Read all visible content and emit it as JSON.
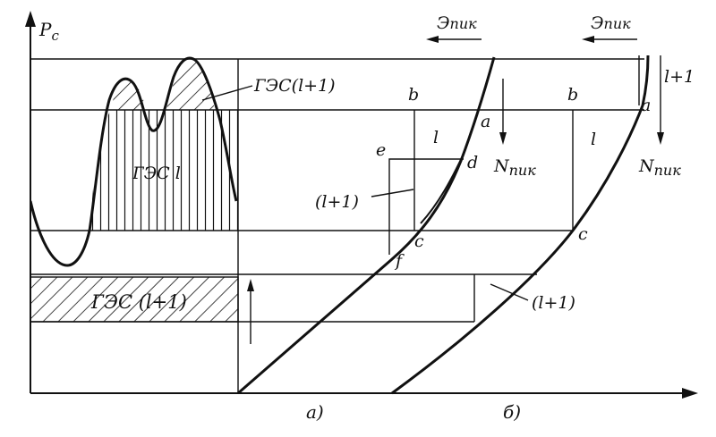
{
  "axis": {
    "y_label": "P",
    "y_label_sub": "c"
  },
  "labels": {
    "ges_l1_top": "ГЭС(l+1)",
    "ges_l_middle": "ГЭС l",
    "ges_l1_bottom": "ГЭС (l+1)",
    "e_pik_a": "Э",
    "e_pik_a_sub": "пик",
    "e_pik_b": "Э",
    "e_pik_b_sub": "пик",
    "n_pik_a": "N",
    "n_pik_a_sub": "пик",
    "n_pik_b": "N",
    "n_pik_b_sub": "пик",
    "l_plus_1_top_right": "l+1",
    "point_b_a": "b",
    "point_a_a": "a",
    "point_l_a": "l",
    "point_e": "e",
    "point_d": "d",
    "point_l1_a": "(l+1)",
    "point_c_a": "c",
    "point_f": "f",
    "point_b_b": "b",
    "point_a_b": "a",
    "point_l_b": "l",
    "point_c_b": "c",
    "point_l1_b": "(l+1)",
    "caption_a": "a)",
    "caption_b": "б)"
  }
}
